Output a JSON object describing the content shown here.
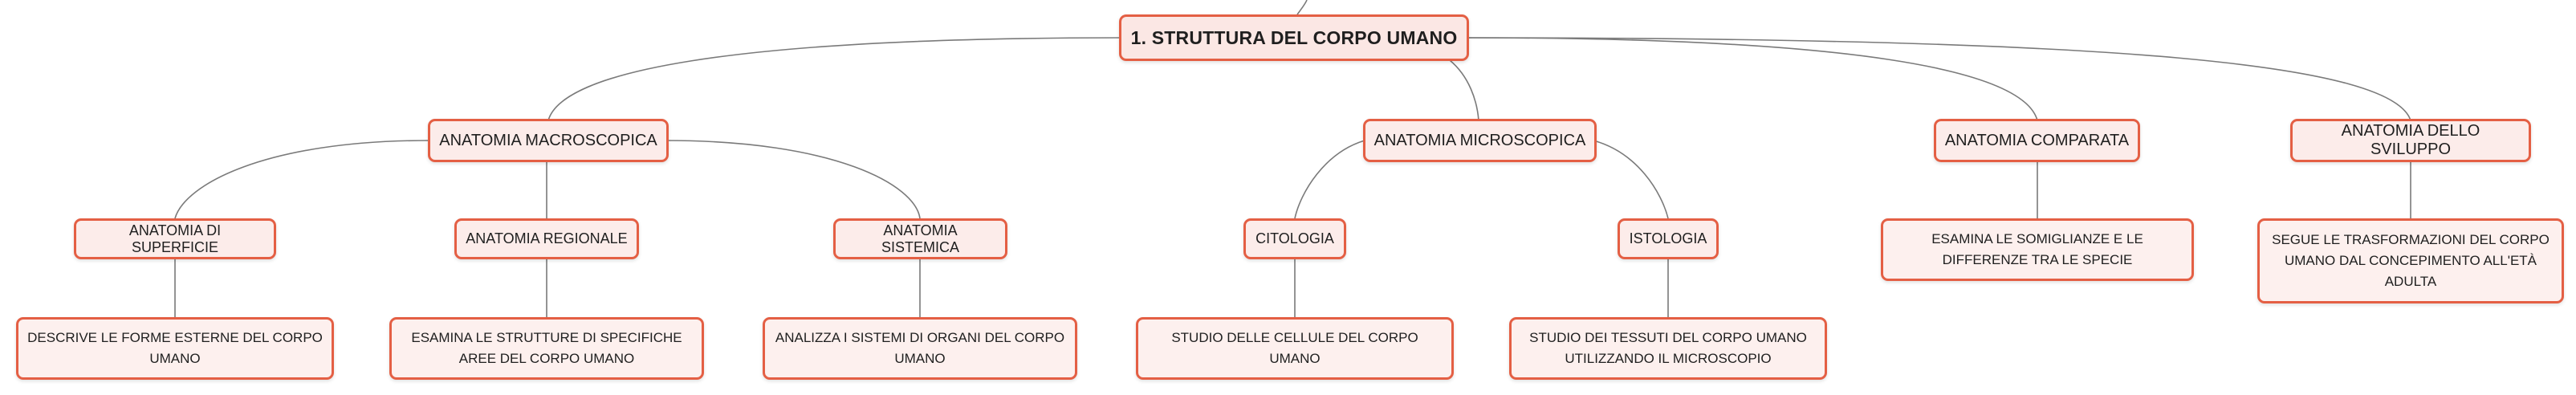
{
  "root": {
    "label": "1. STRUTTURA DEL CORPO UMANO"
  },
  "branches": [
    {
      "label": "ANATOMIA MACROSCOPICA",
      "children": [
        {
          "label": "ANATOMIA DI SUPERFICIE",
          "detail": "DESCRIVE LE FORME ESTERNE DEL CORPO UMANO"
        },
        {
          "label": "ANATOMIA REGIONALE",
          "detail": "ESAMINA LE STRUTTURE DI SPECIFICHE AREE DEL CORPO UMANO"
        },
        {
          "label": "ANATOMIA SISTEMICA",
          "detail": "ANALIZZA I SISTEMI DI ORGANI DEL CORPO UMANO"
        }
      ]
    },
    {
      "label": "ANATOMIA MICROSCOPICA",
      "children": [
        {
          "label": "CITOLOGIA",
          "detail": "STUDIO DELLE CELLULE DEL CORPO UMANO"
        },
        {
          "label": "ISTOLOGIA",
          "detail": "STUDIO DEI TESSUTI DEL CORPO UMANO UTILIZZANDO IL MICROSCOPIO"
        }
      ]
    },
    {
      "label": "ANATOMIA COMPARATA",
      "detail": "ESAMINA LE SOMIGLIANZE E LE DIFFERENZE TRA LE SPECIE"
    },
    {
      "label": "ANATOMIA DELLO SVILUPPO",
      "detail": "SEGUE LE TRASFORMAZIONI DEL CORPO UMANO DAL CONCEPIMENTO ALL'ETÀ ADULTA"
    }
  ],
  "colors": {
    "node_border": "#e45f44",
    "node_fill": "#fcecea",
    "connector": "#7a7a7a"
  }
}
